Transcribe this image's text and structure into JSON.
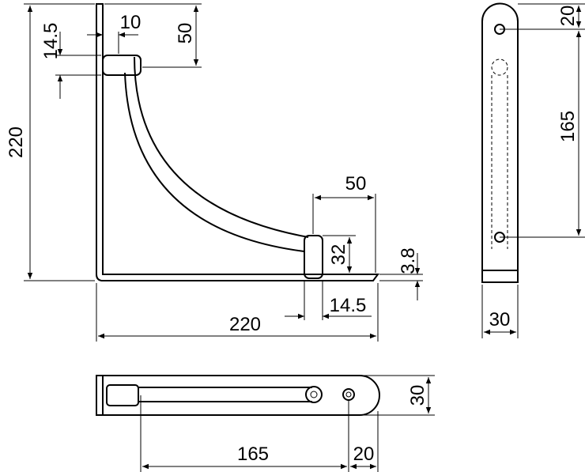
{
  "front_view": {
    "dim_top_pin_offset": "14.5",
    "dim_top_pin_width": "10",
    "dim_top_pin_height": "50",
    "dim_total_height": "220",
    "dim_bottom_pin_length": "50",
    "dim_bottom_pin_height": "32",
    "dim_thickness": "3.8",
    "dim_bottom_pin_offset": "14.5",
    "dim_total_width": "220"
  },
  "side_view": {
    "dim_top_hole": "20",
    "dim_hole_spacing": "165",
    "dim_width": "30"
  },
  "bottom_view": {
    "dim_width": "30",
    "dim_hole_spacing": "165",
    "dim_end_hole": "20"
  }
}
